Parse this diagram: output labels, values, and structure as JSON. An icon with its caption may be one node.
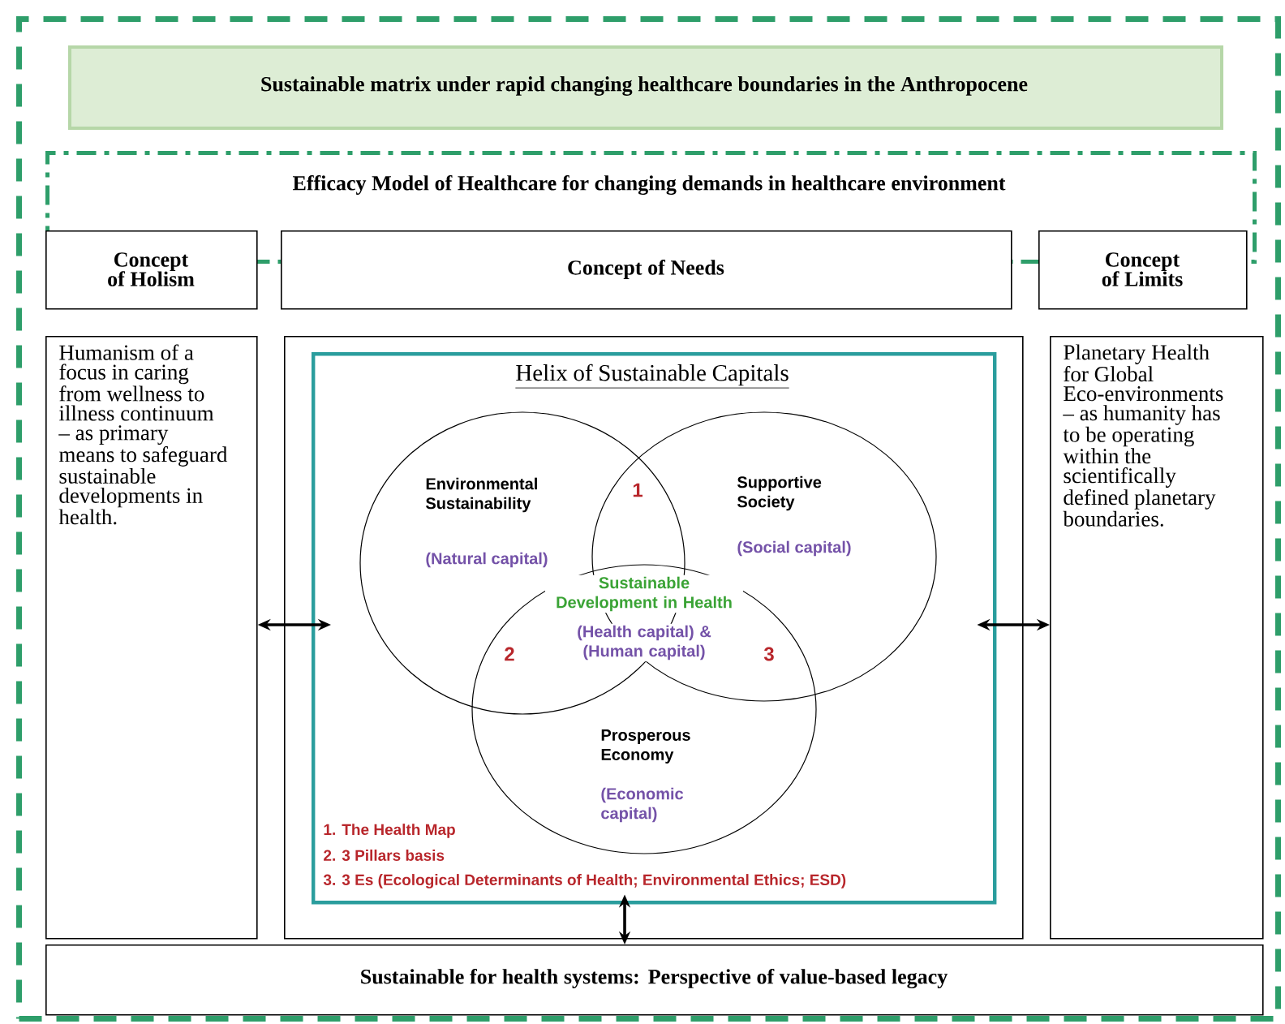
{
  "diagram": {
    "nodes": [
      {
        "text": [],
        "shape": "box"
      },
      {
        "text": [
          "Sustainable matrix under rapid changing healthcare boundaries in the Anthropocene"
        ],
        "in": 0
      },
      {
        "text": [
          "Efficacy Model of Healthcare for changing demands in healthcare environment"
        ],
        "in": 0
      },
      {
        "text": [
          "Concept of Holism"
        ],
        "in": 0
      },
      {
        "text": [
          "Concept of Needs"
        ],
        "in": 0
      },
      {
        "text": [
          "Concept of Limits"
        ],
        "in": 0
      },
      {
        "text": [
          "Humanism of a focus in caring from wellness to illness continuum – as primary means to safeguard sustainable developments in health."
        ],
        "in": 0
      },
      {
        "text": [],
        "shape": "box",
        "in": 0
      },
      {
        "text": [
          "Helix of Sustainable Capitals"
        ],
        "in": 7
      },
      {
        "text": [
          "Environmental Sustainability",
          "(Natural capital)"
        ],
        "in": 8
      },
      {
        "text": [
          "Supportive Society",
          "(Social capital)"
        ],
        "in": 8
      },
      {
        "text": [
          "Prosperous Economy",
          "(Economic capital)"
        ],
        "in": 8
      },
      {
        "text": [
          "Planetary Health for Global Eco-environments – as humanity has to be operating within the scientifically defined planetary boundaries."
        ],
        "in": 0
      },
      {
        "text": [
          "Sustainable for health systems: Perspective of value-based legacy"
        ],
        "in": 0
      }
    ],
    "edges": [
      {
        "from": 6,
        "to": 8,
        "arrow": "both"
      },
      {
        "from": 12,
        "to": 8,
        "arrow": "both"
      },
      {
        "from": 8,
        "to": 13,
        "arrow": "both"
      }
    ],
    "labels": [
      "1",
      "Sustainable Development in Health",
      "2",
      "(Health capital) & (Human capital)",
      "3",
      "1. The Health Map",
      "2. 3 Pillars basis",
      "3. 3 Es (Ecological Determinants of Health; Environmental Ethics; ESD)"
    ]
  }
}
